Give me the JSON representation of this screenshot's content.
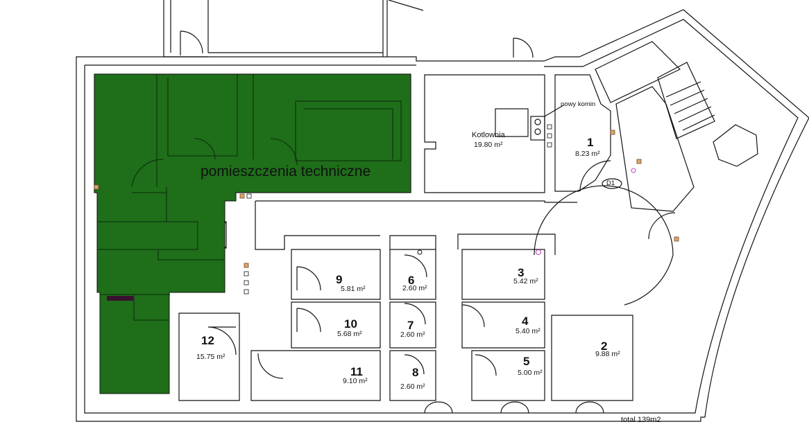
{
  "plan": {
    "overlay_label": "pomieszczenia techniczne",
    "total": "total 139m2",
    "door_tag": "D1",
    "chimney_note": "nowy komin",
    "colors": {
      "technical_fill": "#1f6e1a",
      "wall": "#111111",
      "marker": "#e1a36a",
      "dark_band": "#3a1030"
    },
    "rooms": [
      {
        "key": "kotlownia",
        "name": "Kotlownia",
        "area": "19.80 m²"
      },
      {
        "key": "r1",
        "number": "1",
        "area": "8.23 m²"
      },
      {
        "key": "r2",
        "number": "2",
        "area": "9.88 m²"
      },
      {
        "key": "r3",
        "number": "3",
        "area": "5.42 m²"
      },
      {
        "key": "r4",
        "number": "4",
        "area": "5.40 m²"
      },
      {
        "key": "r5",
        "number": "5",
        "area": "5.00 m²"
      },
      {
        "key": "r6",
        "number": "6",
        "area": "2.60 m²"
      },
      {
        "key": "r7",
        "number": "7",
        "area": "2.60 m²"
      },
      {
        "key": "r8",
        "number": "8",
        "area": "2.60 m²"
      },
      {
        "key": "r9",
        "number": "9",
        "area": "5.81 m²"
      },
      {
        "key": "r10",
        "number": "10",
        "area": "5.68 m²"
      },
      {
        "key": "r11",
        "number": "11",
        "area": "9.10 m²"
      },
      {
        "key": "r12",
        "number": "12",
        "area": "15.75 m²"
      }
    ]
  }
}
